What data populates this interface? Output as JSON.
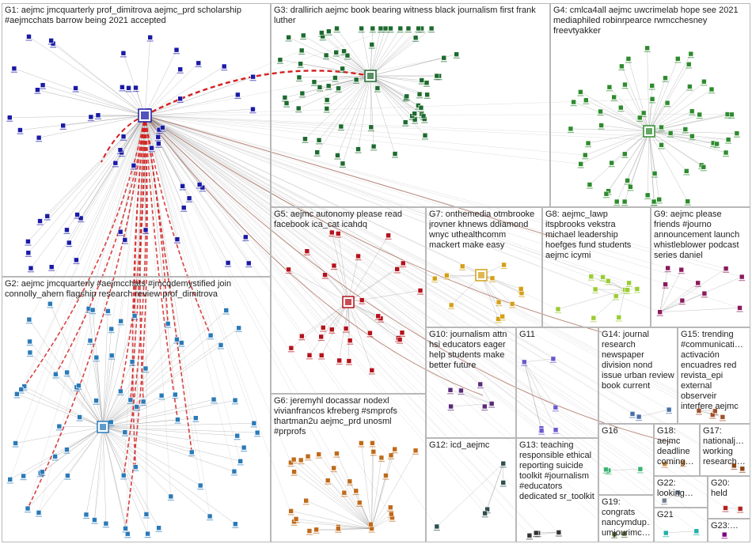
{
  "groups": [
    {
      "id": "G1",
      "label": "G1: aejmc jmcquarterly prof_dimitrova aejmc_prd scholarship #aejmcchats barrow being 2021 accepted",
      "color": "#1a1aa6"
    },
    {
      "id": "G2",
      "label": "G2: aejmc jmcquarterly #aejmcchats #jmcqdemystified join connolly_ahern flagship research review prof_dimitrova",
      "color": "#2a7ab8"
    },
    {
      "id": "G3",
      "label": "G3: drallirich aejmc book bearing witness black journalism first frank luther",
      "color": "#1d6b2e"
    },
    {
      "id": "G4",
      "label": "G4: cmlca4all aejmc uwcrimelab hope see 2021 mediaphiled robinrpearce rwmcchesney freevtyakker",
      "color": "#2e8b2e"
    },
    {
      "id": "G5",
      "label": "G5: aejmc autonomy please read facebook ica_cat icahdq",
      "color": "#b5121b"
    },
    {
      "id": "G6",
      "label": "G6: jeremyhl docassar nodexl vivianfrancos kfreberg #smprofs thartman2u aejmc_prd unosml #prprofs",
      "color": "#c06a1a"
    },
    {
      "id": "G7",
      "label": "G7: onthemedia otmbrooke jrovner khnews ddiamond wnyc uthealthcomm mackert make easy",
      "color": "#d4a017"
    },
    {
      "id": "G8",
      "label": "G8: aejmc_lawp itspbrooks vekstra michael leadership hoefges fund students aejmc icymi",
      "color": "#9acd32"
    },
    {
      "id": "G9",
      "label": "G9: aejmc please friends #journo announcement launch whistleblower podcast series daniel",
      "color": "#8b1a5e"
    },
    {
      "id": "G10",
      "label": "G10: journalism attn hsi educators eager help students make better future",
      "color": "#5a2a7a"
    },
    {
      "id": "G11",
      "label": "G11",
      "color": "#6a5acd"
    },
    {
      "id": "G12",
      "label": "G12: icd_aejmc",
      "color": "#2f4f4f"
    },
    {
      "id": "G13",
      "label": "G13: teaching responsible ethical reporting suicide toolkit #journalism #educators dedicated sr_toolkit",
      "color": "#333333"
    },
    {
      "id": "G14",
      "label": "G14: journal research newspaper division nond issue urban review book current",
      "color": "#4a6fa5"
    },
    {
      "id": "G15",
      "label": "G15: trending #communicati… activación encuadres red revista_epi external observeir interfere aejmc",
      "color": "#a0522d"
    },
    {
      "id": "G16",
      "label": "G16",
      "color": "#3cb371"
    },
    {
      "id": "G17",
      "label": "G17: nationalj… working research…",
      "color": "#8b4513"
    },
    {
      "id": "G18",
      "label": "G18: aejmc deadline coming…",
      "color": "#cd853f"
    },
    {
      "id": "G19",
      "label": "G19: congrats nancymdup… umjourimc…",
      "color": "#556b2f"
    },
    {
      "id": "G20",
      "label": "G20: held",
      "color": "#b22222"
    },
    {
      "id": "G21",
      "label": "G21",
      "color": "#20b2aa"
    },
    {
      "id": "G22",
      "label": "G22: looking…",
      "color": "#708090"
    },
    {
      "id": "G23",
      "label": "G23:…",
      "color": "#800080"
    }
  ],
  "hubs": [
    {
      "group": "G1",
      "name": "aejmc"
    },
    {
      "group": "G3",
      "name": "drallirich"
    },
    {
      "group": "G4",
      "name": "cmlca4all"
    },
    {
      "group": "G5",
      "name": "jeremyhl"
    },
    {
      "group": "G7",
      "name": "onthemedia"
    },
    {
      "group": "G2",
      "name": "jmcquarterly"
    }
  ],
  "colors": {
    "box_border": "#b8b8b8",
    "edge_grey": "#8a8a8a",
    "edge_red": "#d42020",
    "edge_brown": "#a05a4a"
  }
}
